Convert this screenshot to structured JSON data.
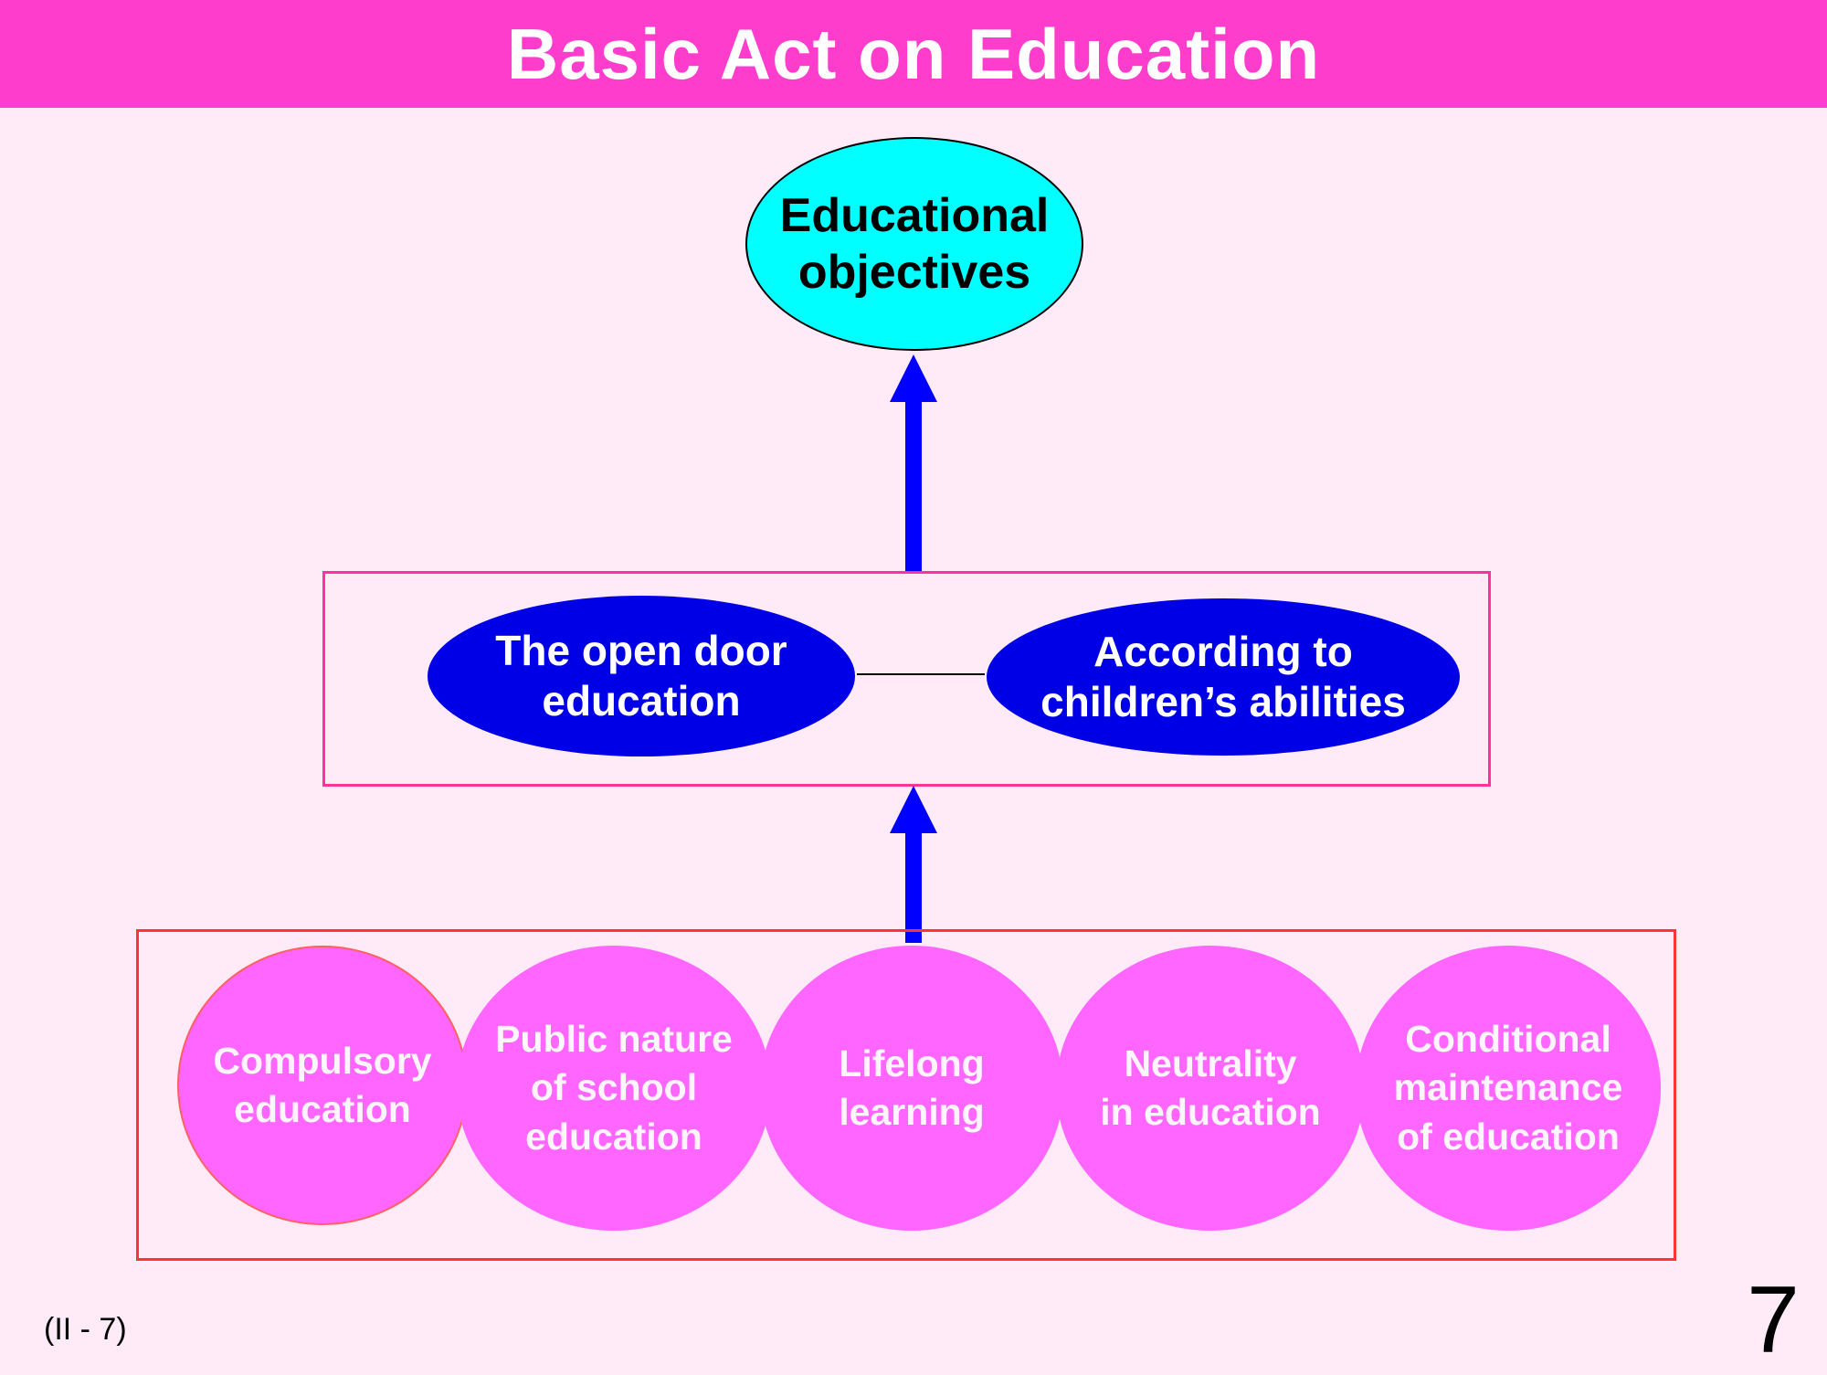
{
  "header": {
    "title": "Basic Act on Education"
  },
  "diagram": {
    "objective": "Educational\nobjectives",
    "middle": {
      "left": "The open door\neducation",
      "right": "According to\nchildren’s abilities"
    },
    "principles": [
      "Compulsory\neducation",
      "Public nature\nof school\neducation",
      "Lifelong\nlearning",
      "Neutrality\nin education",
      "Conditional\nmaintenance\nof education"
    ]
  },
  "footer": {
    "slide_ref": "(II - 7)",
    "page_number": "7"
  },
  "colors": {
    "background": "#FFEAF8",
    "title_bar": "#FF3DCC",
    "objective_fill": "#00FFFF",
    "middle_nodes": "#0000E6",
    "principle_fill": "#FF66FF",
    "arrows": "#0000FF",
    "frames": "#FF3399"
  }
}
